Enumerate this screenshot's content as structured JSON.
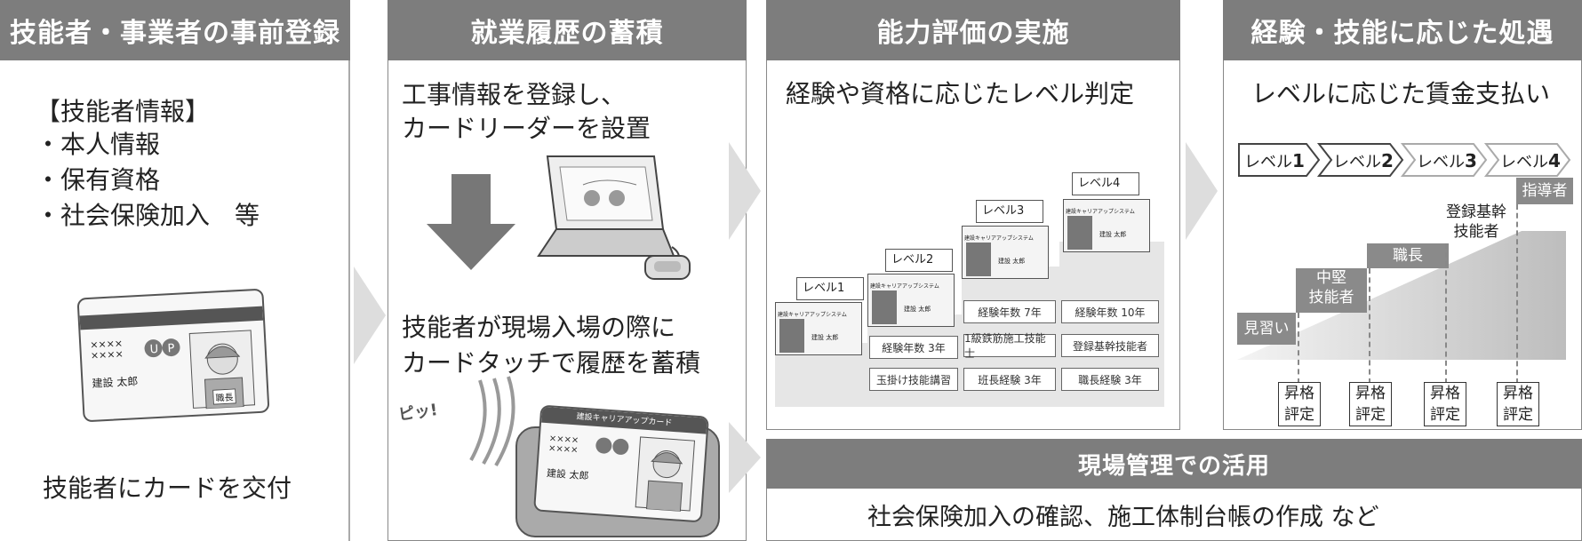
{
  "col1": {
    "header": "技能者・事業者の事前登録",
    "info_title": "【技能者情報】",
    "info_items": [
      "・本人情報",
      "・保有資格",
      "・社会保険加入　等"
    ],
    "card_marks": "××××\n××××",
    "card_name": "建設 太郎",
    "badge": "職長",
    "caption": "技能者にカードを交付"
  },
  "col2": {
    "header": "就業履歴の蓄積",
    "text1_line1": "工事情報を登録し、",
    "text1_line2": "カードリーダーを設置",
    "text2_line1": "技能者が現場入場の際に",
    "text2_line2": "カードタッチで履歴を蓄積",
    "beep": "ピッ!",
    "card_title": "建設キャリアアップカード",
    "card_marks": "××××\n××××",
    "card_name": "建設 太郎"
  },
  "col3": {
    "header": "能力評価の実施",
    "subtitle": "経験や資格に応じたレベル判定",
    "levels": [
      "レベル1",
      "レベル2",
      "レベル3",
      "レベル4"
    ],
    "card_system": "建設キャリアアップシステム",
    "card_name": "建設 太郎",
    "cells": {
      "l2a": "経験年数 3年",
      "l2b": "玉掛け技能講習",
      "l3a": "経験年数 7年",
      "l3b": "1級鉄筋施工技能士",
      "l3c": "班長経験 3年",
      "l4a": "経験年数 10年",
      "l4b": "登録基幹技能者",
      "l4c": "職長経験 3年"
    }
  },
  "col4": {
    "header": "経験・技能に応じた処遇",
    "subtitle": "レベルに応じた賃金支払い",
    "level_word": "レベル",
    "level_nums": [
      "1",
      "2",
      "3",
      "4"
    ],
    "steps": [
      "見習い",
      "中堅\n技能者",
      "職長",
      "登録基幹\n技能者",
      "指導者"
    ],
    "eval": "昇格\n評定"
  },
  "bottom": {
    "header": "現場管理での活用",
    "text": "社会保険加入の確認、施工体制台帳の作成 など"
  }
}
